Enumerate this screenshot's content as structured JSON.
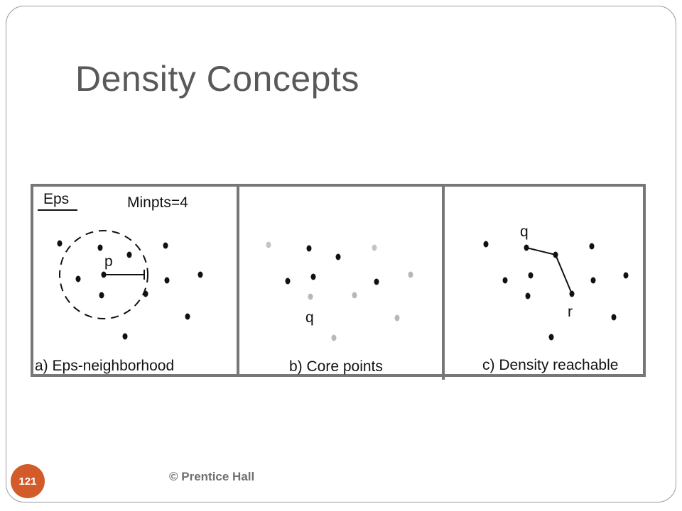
{
  "slide": {
    "title": "Density Concepts",
    "page_number": "121",
    "footer": "© Prentice Hall"
  },
  "figure": {
    "panels": [
      {
        "id": "a",
        "caption": "a) Eps-neighborhood",
        "labels": {
          "eps": "Eps",
          "minpts": "Minpts=4",
          "point": "p"
        }
      },
      {
        "id": "b",
        "caption": "b) Core points",
        "labels": {
          "point": "q"
        }
      },
      {
        "id": "c",
        "caption": "c) Density reachable",
        "labels": {
          "start": "q",
          "end": "r"
        }
      }
    ],
    "colors": {
      "point": "#111111",
      "non_core_point": "#b8b8b8",
      "border": "#777777",
      "text": "#111111"
    }
  }
}
